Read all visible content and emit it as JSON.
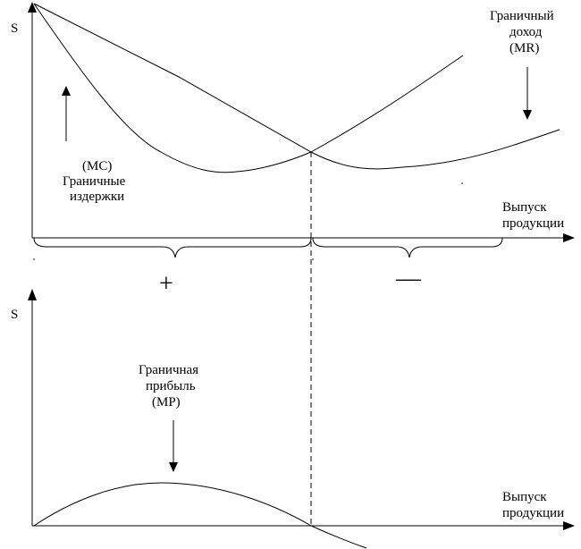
{
  "top_chart": {
    "y_axis_label": "S",
    "x_axis_label": [
      "Выпуск",
      "продукции"
    ],
    "mr_label": [
      "Граничный",
      "доход",
      "(MR)"
    ],
    "mc_label": [
      "(MC)",
      "Граничные",
      "издержки"
    ]
  },
  "regions": {
    "left_sign": "+",
    "right_sign": "—"
  },
  "bottom_chart": {
    "y_axis_label": "S",
    "x_axis_label": [
      "Выпуск",
      "продукции"
    ],
    "mp_label": [
      "Граничная",
      "прибыль",
      "(MP)"
    ]
  }
}
